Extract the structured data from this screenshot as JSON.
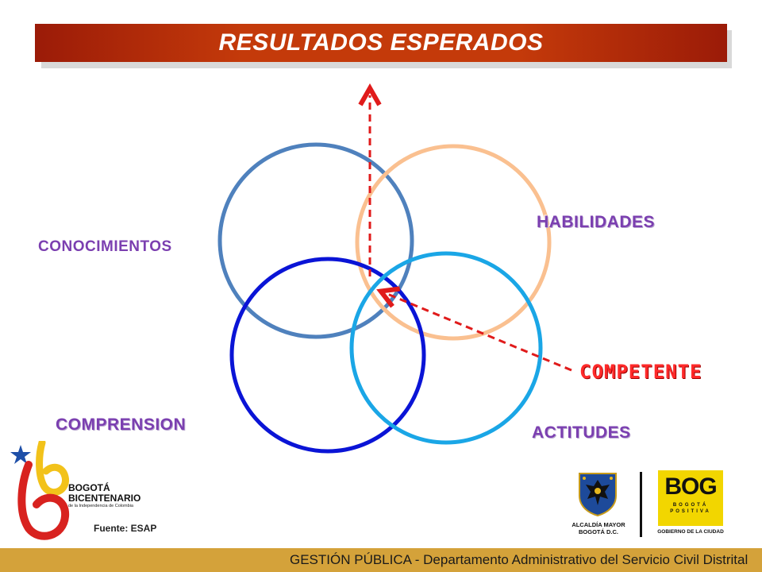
{
  "title": "RESULTADOS ESPERADOS",
  "labels": {
    "conocimientos": "CONOCIMIENTOS",
    "habilidades": "HABILIDADES",
    "comprension": "COMPRENSION",
    "actitudes": "ACTITUDES",
    "competente": "COMPETENTE"
  },
  "source": "Fuente: ESAP",
  "logos": {
    "bicentenario_line1": "BOGOTÁ",
    "bicentenario_line2": "BICENTENARIO",
    "bicentenario_sub": "de la Independencia de Colombia",
    "alcaldia_line1": "ALCALDÍA MAYOR",
    "alcaldia_line2": "BOGOTÁ D.C.",
    "bog": "BOG",
    "bog_line1": "BOGOTÁ",
    "bog_line2": "POSITIVA",
    "gobierno": "GOBIERNO DE LA CIUDAD"
  },
  "footer": "GESTIÓN PÚBLICA - Departamento Administrativo del Servicio Civil Distrital",
  "colors": {
    "title_bar": "#c43a0a",
    "circle_conocimientos": "#4f81bd",
    "circle_habilidades": "#fac090",
    "circle_comprension": "#0a14d6",
    "circle_actitudes": "#1aa6e6",
    "arrows": "#e01b1b",
    "labels": "#7b3fb0",
    "competente": "#ff2a2a",
    "footer": "#d4a23a"
  }
}
